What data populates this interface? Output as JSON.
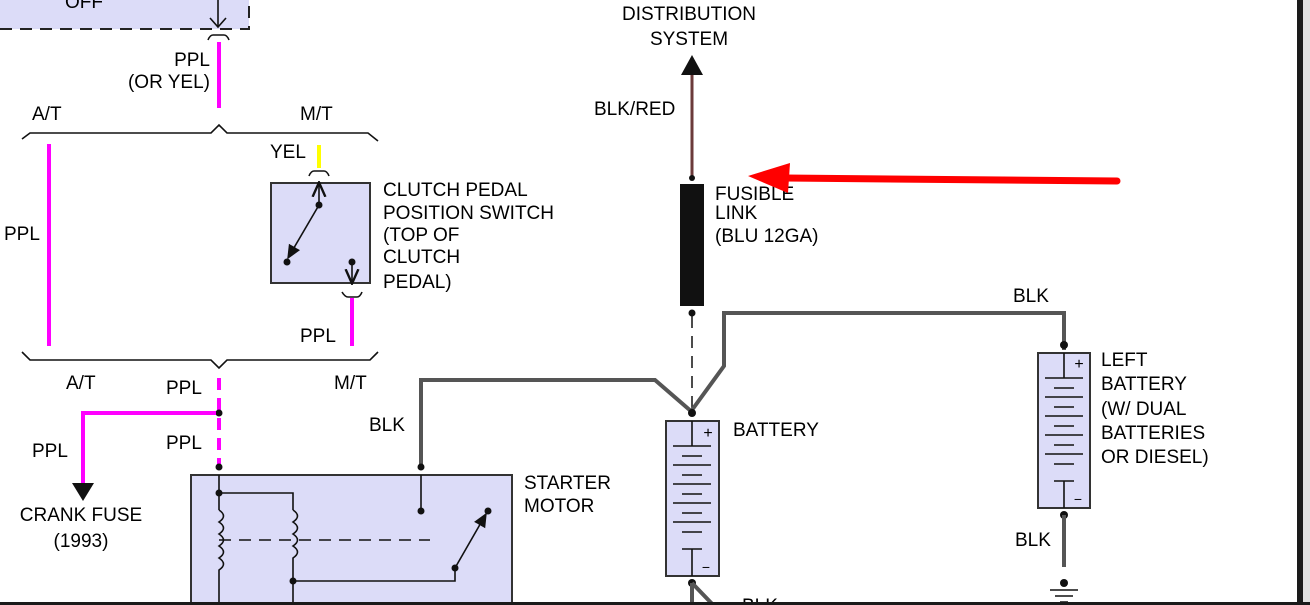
{
  "colors": {
    "component_fill": "#dcdcf8",
    "wire_ppl": "#ff00ff",
    "wire_yel": "#ffff00",
    "wire_blk": "#555555",
    "wire_blk_red": "#6b3a3a",
    "pointer_arrow": "#ff0000"
  },
  "ignition": {
    "label": "OFF"
  },
  "wires": {
    "ppl_or_yel_1": "PPL",
    "ppl_or_yel_2": "(OR YEL)",
    "ppl_at": "PPL",
    "yel": "YEL",
    "ppl_switch": "PPL",
    "ppl_upper": "PPL",
    "ppl_lower": "PPL",
    "ppl_crank": "PPL",
    "blk_starter": "BLK",
    "blk_red": "BLK/RED",
    "blk_left_battery_top": "BLK",
    "blk_left_battery_bottom": "BLK",
    "blk_battery_bottom": "BLK"
  },
  "braces": {
    "top_at": "A/T",
    "top_mt": "M/T",
    "bottom_at": "A/T",
    "bottom_mt": "M/T"
  },
  "clutch_switch": {
    "lines": [
      "CLUTCH PEDAL",
      "POSITION SWITCH",
      "(TOP OF",
      "CLUTCH",
      "PEDAL)"
    ]
  },
  "crank_fuse": {
    "line1": "CRANK FUSE",
    "line2": "(1993)"
  },
  "starter": {
    "line1": "STARTER",
    "line2": "MOTOR"
  },
  "distribution": {
    "line1": "DISTRIBUTION",
    "line2": "SYSTEM"
  },
  "fusible_link": {
    "line1": "FUSIBLE",
    "line2": "LINK",
    "line3": "(BLU 12GA)"
  },
  "battery": {
    "label": "BATTERY",
    "plus": "+",
    "minus": "−"
  },
  "left_battery": {
    "lines": [
      "LEFT",
      "BATTERY",
      "(W/ DUAL",
      "BATTERIES",
      "OR DIESEL)"
    ],
    "plus": "+",
    "minus": "−"
  }
}
